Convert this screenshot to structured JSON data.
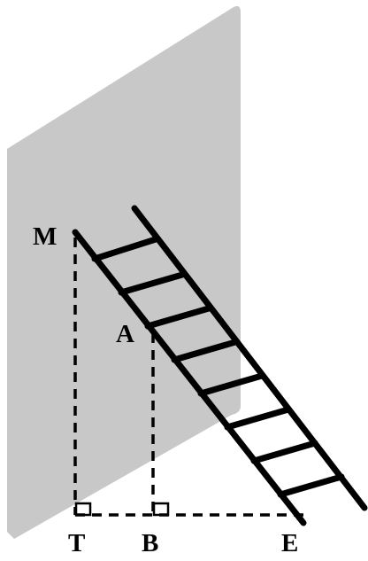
{
  "diagram": {
    "points": {
      "M": "M",
      "A": "A",
      "T": "T",
      "B": "B",
      "E": "E"
    },
    "colors": {
      "wall": "#c8c8c8",
      "line": "#000000"
    },
    "ladder_rungs": 8,
    "right_angles": [
      "T",
      "B"
    ]
  }
}
